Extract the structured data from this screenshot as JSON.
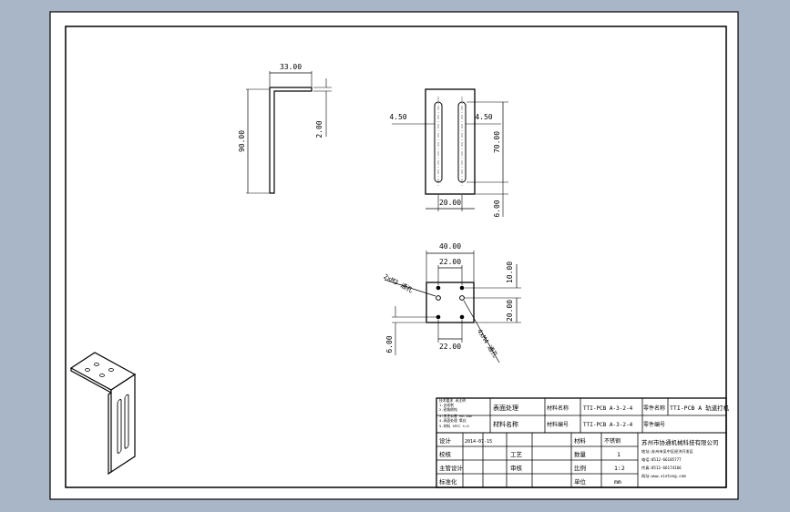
{
  "dims": {
    "side_width": "33.00",
    "side_height": "90.00",
    "side_thickness": "2.00",
    "front_left_offset": "4.50",
    "front_right_offset": "4.50",
    "front_slot_length": "70.00",
    "front_slot_spacing": "20.00",
    "front_bottom": "6.00",
    "top_width": "40.00",
    "top_hole_spacing_top": "22.00",
    "top_hole_spacing_bottom": "22.00",
    "top_right_upper": "10.00",
    "top_right_lower": "20.00",
    "top_left_lower": "6.00",
    "callout_left": "2xM3 通孔",
    "callout_right": "4xM4 通孔"
  },
  "title_block": {
    "notes": [
      "技术要求 未注明",
      "1.去毛刺",
      "2.锐角倒钝",
      "3.未注公差 ±0.1mm",
      "4.表面处理 氧化",
      "5.材料 SPCC t=2"
    ],
    "surface_label": "表面处理",
    "material_label": "材料名称",
    "material_name_label": "材料名称",
    "drawing_no": "TTI-PCB A-3-2-4",
    "drawing_no_2": "TTI-PCB A-3-2-4",
    "material_no_label": "材料编号",
    "part_name_label": "零件名称",
    "part_name_label2": "零件编号",
    "assembly_name": "TTI-PCB A 轨道打机",
    "design_label": "设计",
    "design_date": "2014-07-15",
    "check_label": "校核",
    "craft_label": "工艺",
    "chief_label": "主管设计",
    "approve_label": "审核",
    "std_label": "标准化",
    "count_label": "材料",
    "count_value": "不锈钢",
    "qty_label": "数量",
    "qty_value": "1",
    "scale_label": "比例",
    "scale_value": "1:2",
    "unit_label": "单位",
    "unit_value": "mm",
    "company": "苏州市协通机械科技有限公司",
    "company_addr": "地址:苏州市吴中区经济开发区",
    "company_tel": "电话:0512-66185777",
    "company_fax": "传真:0512-66174166",
    "company_web": "网址:www.xietong.com"
  }
}
